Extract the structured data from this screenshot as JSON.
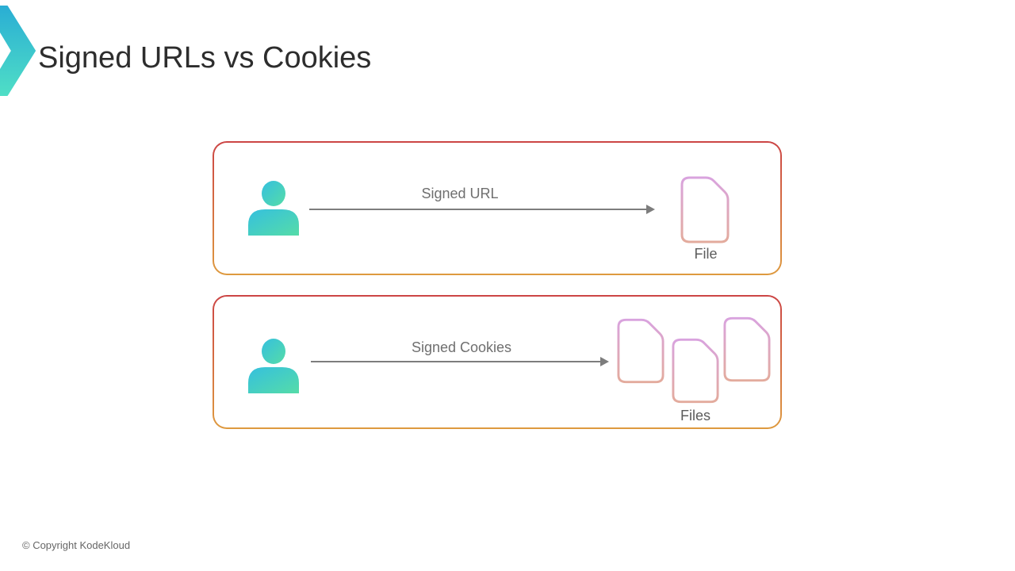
{
  "slide": {
    "title": "Signed URLs vs Cookies",
    "copyright": "© Copyright KodeKloud",
    "logo_name": "kodekloud-chevron-logo"
  },
  "rows": [
    {
      "name": "signed-url-flow",
      "actor": "user",
      "arrow_label": "Signed URL",
      "target_label": "File",
      "file_count": 1
    },
    {
      "name": "signed-cookies-flow",
      "actor": "user",
      "arrow_label": "Signed Cookies",
      "target_label": "Files",
      "file_count": 3
    }
  ],
  "colors": {
    "bg": "#ffffff",
    "title_text": "#2d2d2d",
    "label_text": "#6f6f6f",
    "file_label_text": "#5c5c5c",
    "copyright_text": "#666666",
    "box_border_top": "#cc4545",
    "box_border_bottom": "#de9a3f",
    "arrow": "#7d7d7d",
    "person_gradient_start": "#35c0de",
    "person_gradient_end": "#55dca8",
    "file_gradient_top": "#d9a3de",
    "file_gradient_bottom": "#e3ab9d",
    "logo_gradient_top": "#2aaed4",
    "logo_gradient_bottom": "#4fdec6"
  }
}
